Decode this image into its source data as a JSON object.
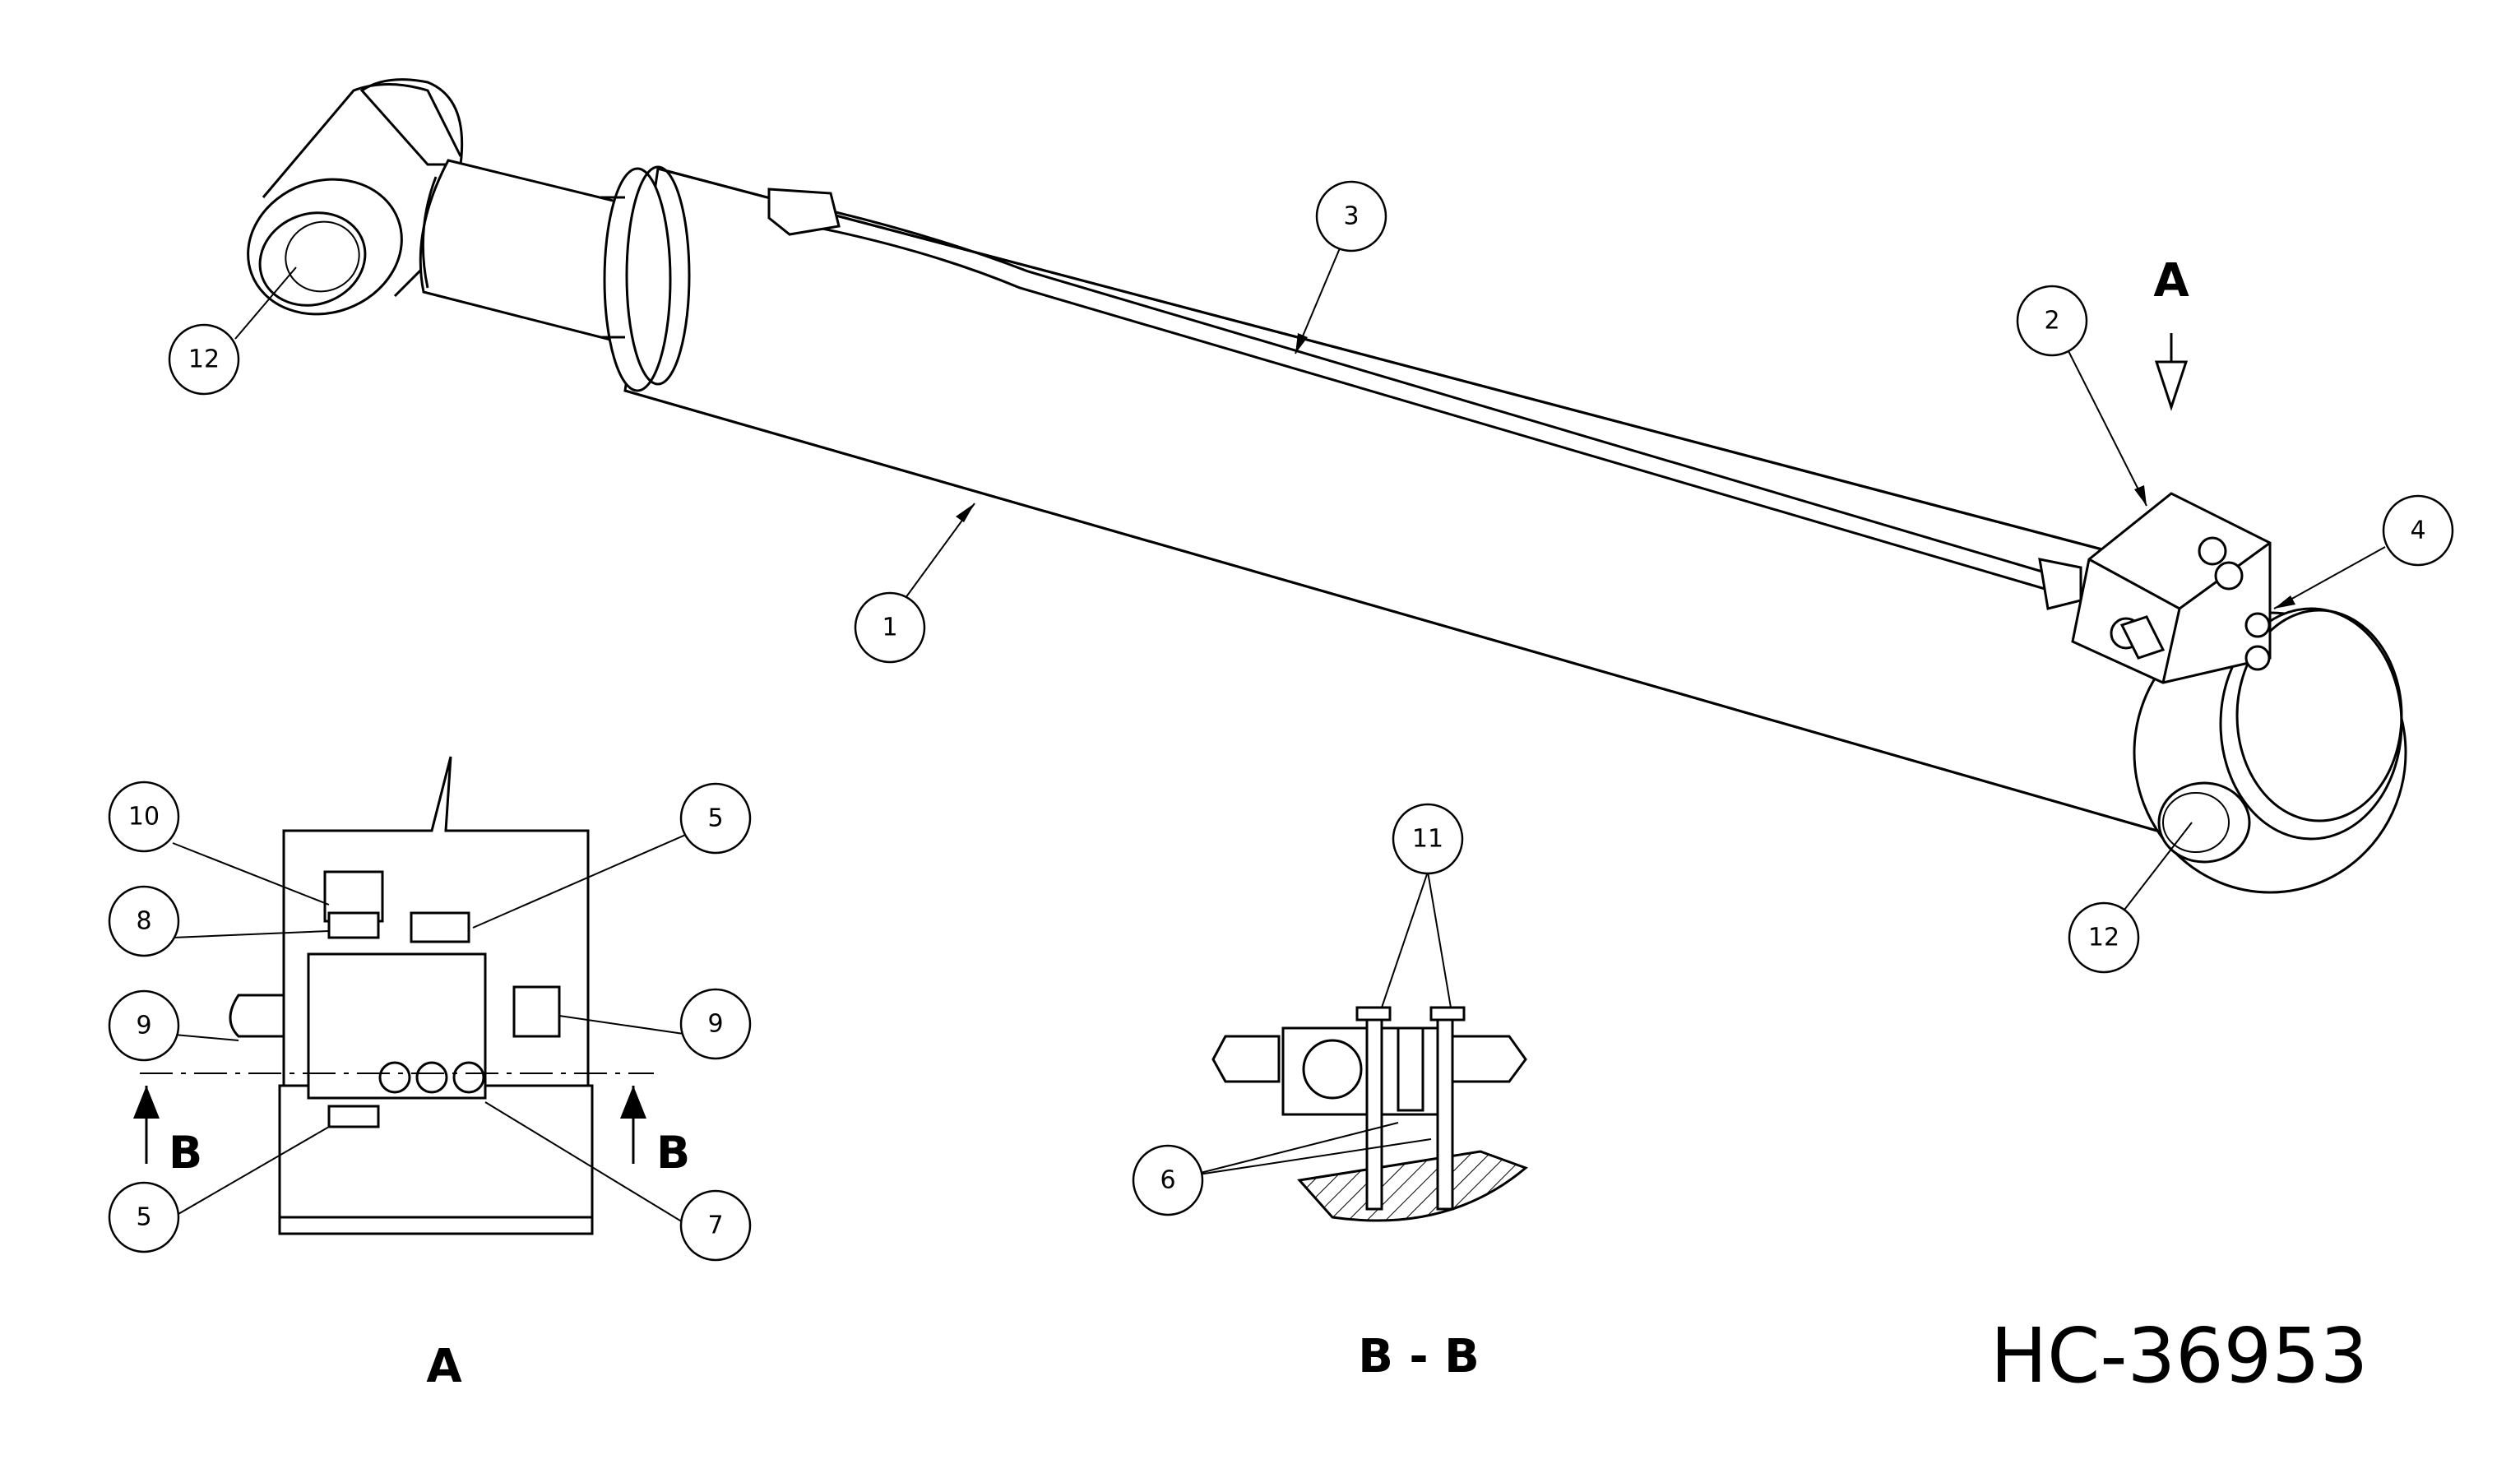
{
  "drawing_number": "HC-36953",
  "view_labels": {
    "detail_view": "A",
    "section_view": "B - B",
    "view_arrow": "A",
    "section_marker_left": "B",
    "section_marker_right": "B"
  },
  "callouts": {
    "c1": "1",
    "c2": "2",
    "c3": "3",
    "c4": "4",
    "c12_rod": "12",
    "c12_base": "12",
    "a_10": "10",
    "a_8": "8",
    "a_9_left": "9",
    "a_5_top": "5",
    "a_9_right": "9",
    "a_5_bottom": "5",
    "a_7": "7",
    "b_11": "11",
    "b_6": "6"
  }
}
